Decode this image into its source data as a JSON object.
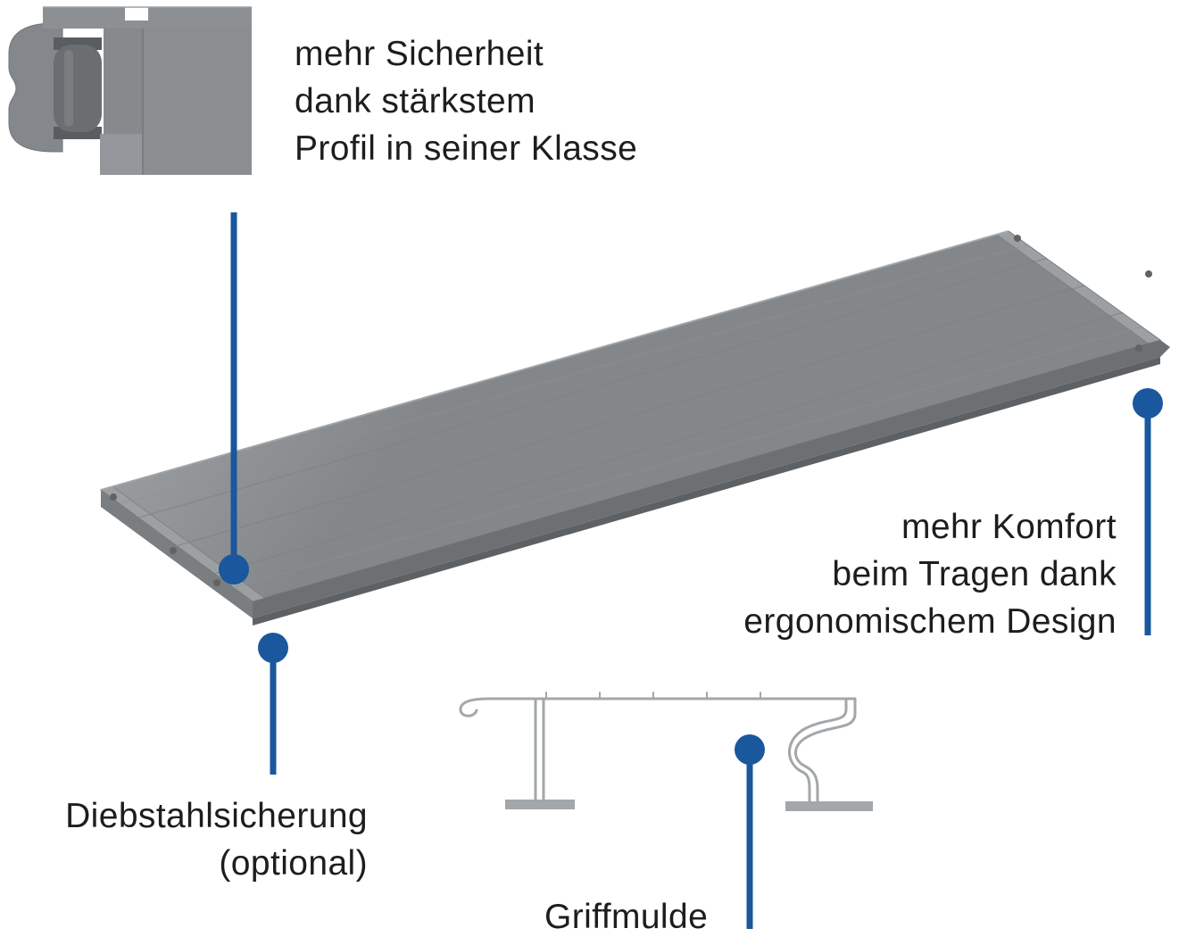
{
  "colors": {
    "accent_blue": "#1a579d",
    "plank_gray": "#8d9092",
    "plank_shadow": "#6d7073",
    "drawing_gray": "#a3a7aa",
    "text": "#1d1d1b"
  },
  "callouts": {
    "security": {
      "lines": [
        "mehr Sicherheit",
        "dank stärkstem",
        "Profil in seiner Klasse"
      ]
    },
    "comfort": {
      "lines": [
        "mehr Komfort",
        "beim Tragen dank",
        "ergonomischem Design"
      ]
    },
    "theft": {
      "lines": [
        "Diebstahlsicherung",
        "(optional)"
      ]
    },
    "grip": {
      "label": "Griffmulde"
    }
  }
}
